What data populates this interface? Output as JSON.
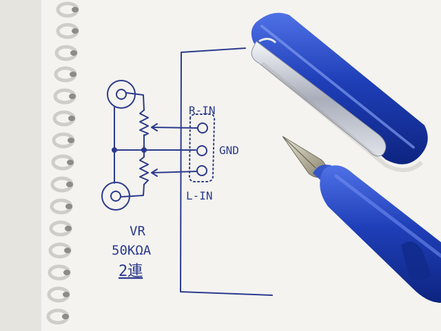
{
  "schematic": {
    "labels": {
      "right_in": "R-IN",
      "gnd": "GND",
      "left_in": "L-IN",
      "vr": "VR",
      "value": "50KΩA",
      "gang": "2連"
    }
  },
  "colors": {
    "ink": "#2b3a8c",
    "pen_body": "#1f3fb8",
    "pen_highlight": "#5a7ae8",
    "clip": "#c9cdd6",
    "paper": "#f3f2ef"
  }
}
